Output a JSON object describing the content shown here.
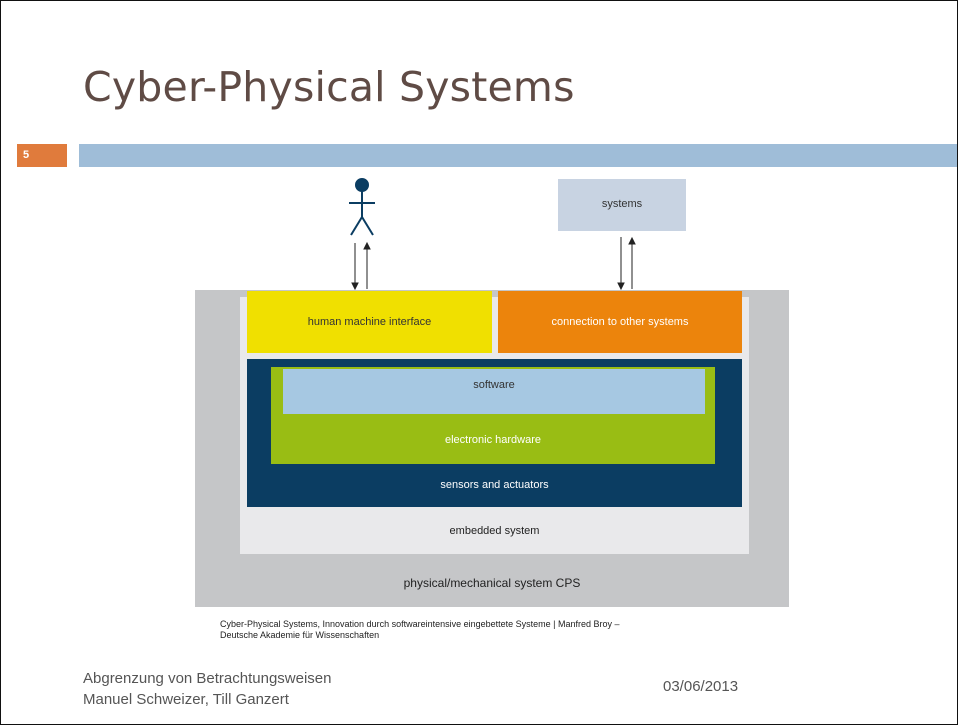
{
  "slide": {
    "title": "Cyber-Physical Systems",
    "number": "5"
  },
  "diagram": {
    "actor_icon": "person-icon",
    "systems_label": "systems",
    "hmi_label": "human machine interface",
    "connection_label": "connection to other systems",
    "software_label": "software",
    "hardware_label": "electronic hardware",
    "sensors_label": "sensors and actuators",
    "embedded_label": "embedded system",
    "physical_label": "physical/mechanical system CPS",
    "colors": {
      "hmi": "#f0e000",
      "connection": "#ec840c",
      "sensors": "#0b3d62",
      "hardware": "#99bd14",
      "software": "#a6c8e2",
      "embedded": "#e9e9eb",
      "physical": "#c5c6c8",
      "systems": "#c8d3e2"
    }
  },
  "caption": {
    "line1": "Cyber-Physical Systems, Innovation durch softwareintensive eingebettete Systeme | Manfred Broy –",
    "line2": "Deutsche Akademie für Wissenschaften"
  },
  "footer": {
    "line1": "Abgrenzung von Betrachtungsweisen",
    "line2": "Manuel Schweizer, Till Ganzert",
    "date": "03/06/2013"
  },
  "theme": {
    "title_color": "#5f4b45",
    "bar_color": "#9fbdd8",
    "number_box_color": "#e07b3c"
  }
}
